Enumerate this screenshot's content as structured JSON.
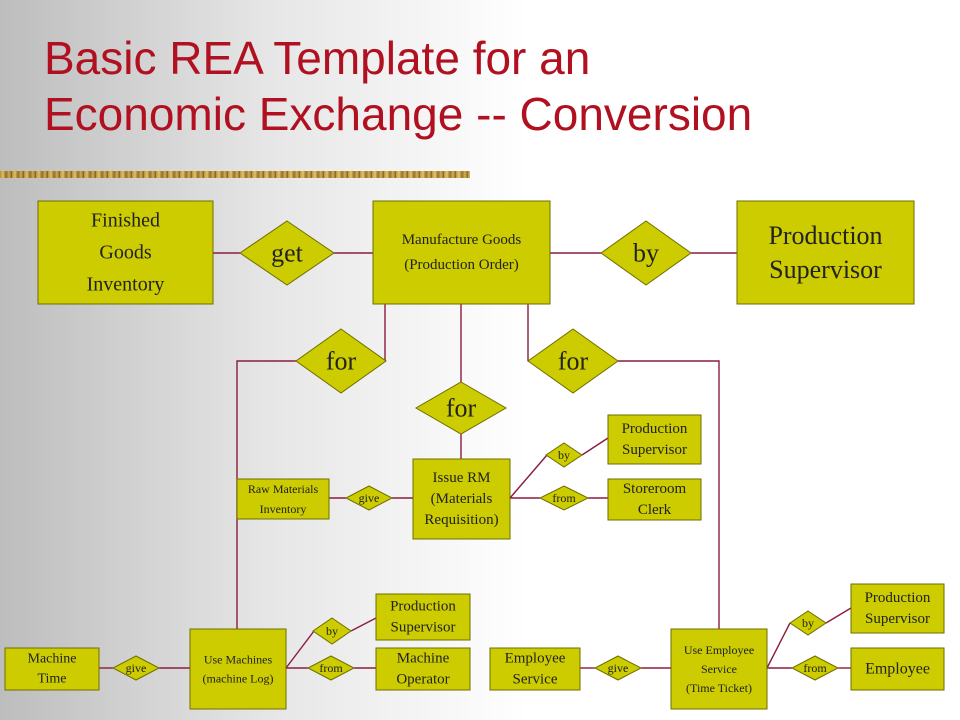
{
  "title": {
    "line1": "Basic REA Template for an",
    "line2": "Economic Exchange -- Conversion"
  },
  "colors": {
    "box_fill": "#cccc00",
    "box_stroke": "#6e6e00",
    "line": "#8b1c3c",
    "title": "#b01020"
  },
  "nodes": {
    "finished_goods": {
      "lines": [
        "Finished",
        "Goods",
        "Inventory"
      ]
    },
    "manufacture_goods": {
      "lines": [
        "Manufacture Goods",
        "(Production Order)"
      ]
    },
    "production_supervisor_top": {
      "lines": [
        "Production",
        "Supervisor"
      ]
    },
    "raw_materials": {
      "lines": [
        "Raw Materials",
        "Inventory"
      ]
    },
    "issue_rm": {
      "lines": [
        "Issue RM",
        "(Materials",
        "Requisition)"
      ]
    },
    "production_supervisor_mid": {
      "lines": [
        "Production",
        "Supervisor"
      ]
    },
    "storeroom_clerk": {
      "lines": [
        "Storeroom",
        "Clerk"
      ]
    },
    "machine_time": {
      "lines": [
        "Machine",
        "Time"
      ]
    },
    "use_machines": {
      "lines": [
        "Use Machines",
        "(machine Log)"
      ]
    },
    "production_supervisor_machine": {
      "lines": [
        "Production",
        "Supervisor"
      ]
    },
    "machine_operator": {
      "lines": [
        "Machine",
        "Operator"
      ]
    },
    "employee_service": {
      "lines": [
        "Employee",
        "Service"
      ]
    },
    "use_employee_service": {
      "lines": [
        "Use Employee",
        "Service",
        "(Time Ticket)"
      ]
    },
    "production_supervisor_employee": {
      "lines": [
        "Production",
        "Supervisor"
      ]
    },
    "employee": {
      "lines": [
        "Employee"
      ]
    }
  },
  "relationships": {
    "get": "get",
    "by_top": "by",
    "for_left": "for",
    "for_center": "for",
    "for_right": "for",
    "by_issue": "by",
    "from_issue": "from",
    "give_raw": "give",
    "give_machine": "give",
    "by_machine": "by",
    "from_machine": "from",
    "give_employee": "give",
    "by_employee": "by",
    "from_employee": "from"
  }
}
